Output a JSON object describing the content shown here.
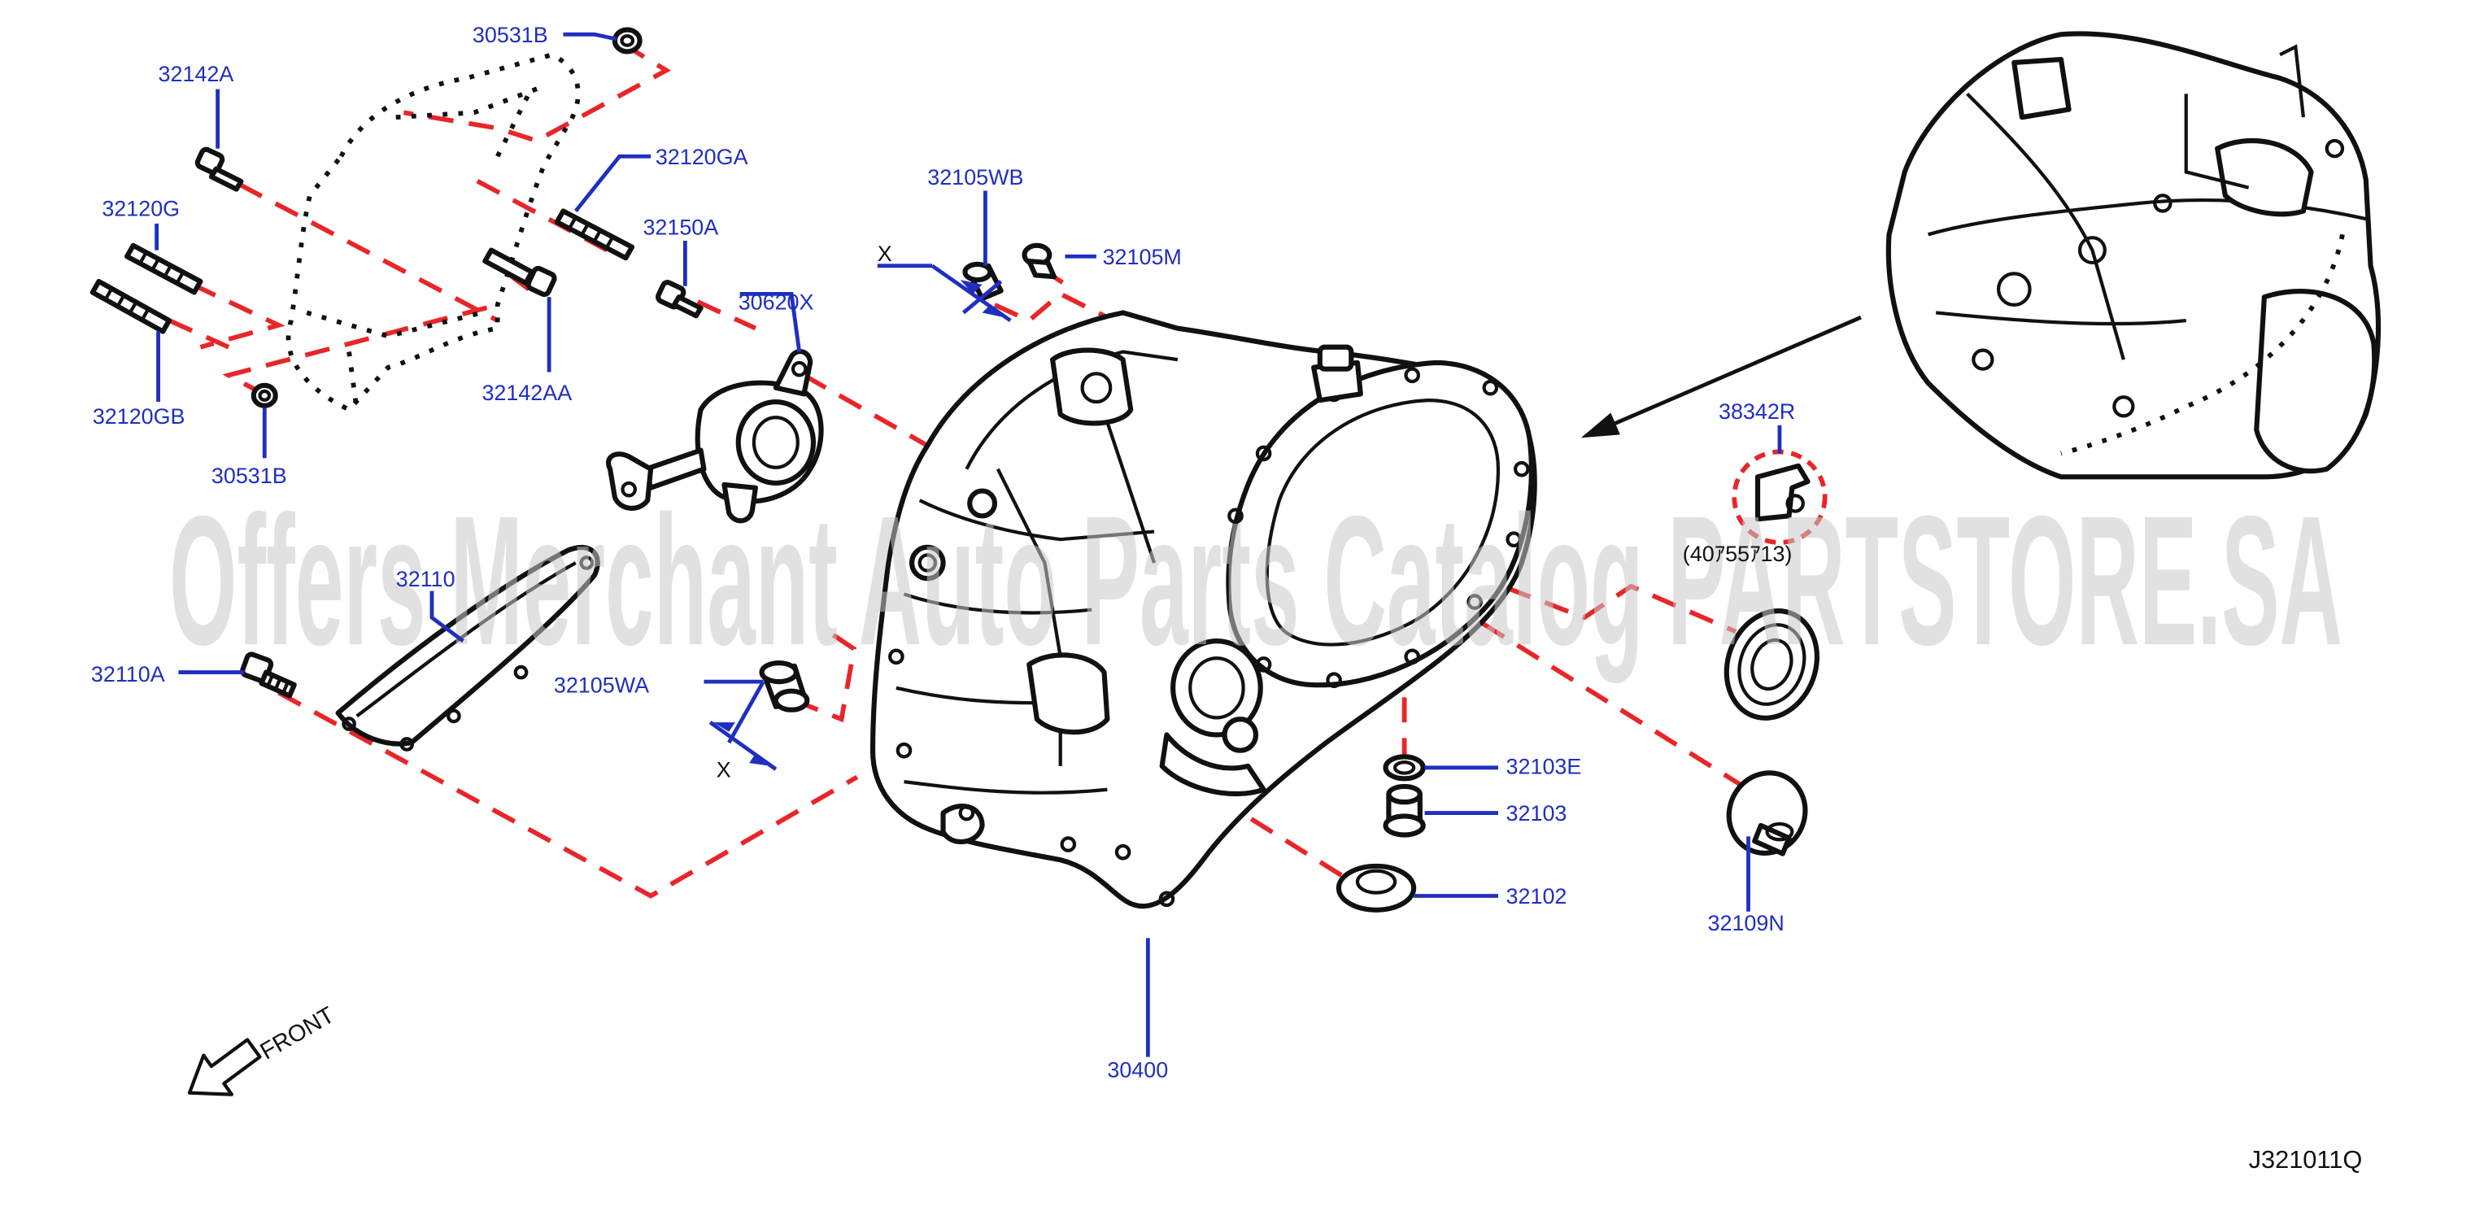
{
  "diagram_code": "J321011Q",
  "watermark": "Offers Merchant Auto Parts Catalog PARTSTORE.SA",
  "front_label": "FRONT",
  "x_marks": [
    "X",
    "X"
  ],
  "note_38342R": "(40ｱ55ｱ13)",
  "colors": {
    "label": "#1f2fbf",
    "leader_dash": "#e8262a",
    "line": "#111111",
    "watermark": "#c9c9c9"
  },
  "parts": [
    {
      "id": "30531B",
      "label": "30531B"
    },
    {
      "id": "32142A",
      "label": "32142A"
    },
    {
      "id": "32120GA",
      "label": "32120GA"
    },
    {
      "id": "32120G",
      "label": "32120G"
    },
    {
      "id": "32150A",
      "label": "32150A"
    },
    {
      "id": "32120GB",
      "label": "32120GB"
    },
    {
      "id": "32142AA",
      "label": "32142AA"
    },
    {
      "id": "30531B-lower",
      "label": "30531B"
    },
    {
      "id": "30620X",
      "label": "30620X"
    },
    {
      "id": "32105WB",
      "label": "32105WB"
    },
    {
      "id": "32105M",
      "label": "32105M"
    },
    {
      "id": "32110",
      "label": "32110"
    },
    {
      "id": "32110A",
      "label": "32110A"
    },
    {
      "id": "32105WA",
      "label": "32105WA"
    },
    {
      "id": "38342R",
      "label": "38342R"
    },
    {
      "id": "32103E",
      "label": "32103E"
    },
    {
      "id": "32103",
      "label": "32103"
    },
    {
      "id": "32102",
      "label": "32102"
    },
    {
      "id": "32109N",
      "label": "32109N"
    },
    {
      "id": "30400",
      "label": "30400"
    }
  ]
}
